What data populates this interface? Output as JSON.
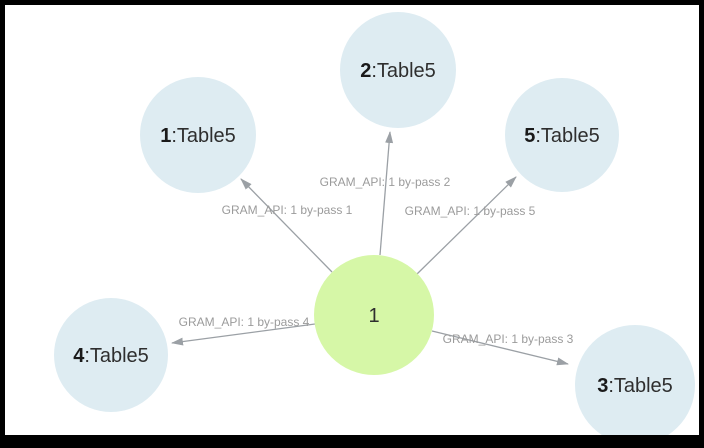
{
  "diagram": {
    "type": "network-graph",
    "colors": {
      "background": "#ffffff",
      "frame": "#000000",
      "peripheral_node_fill": "#deecf2",
      "center_node_fill": "#d6f7a7",
      "edge_stroke": "#9ba0a5",
      "edge_label_color": "#9b9b9b",
      "node_label_color": "#1a1a1a"
    },
    "center_node": {
      "label": "1"
    },
    "nodes": [
      {
        "id": "1",
        "suffix": ":Table5"
      },
      {
        "id": "2",
        "suffix": ":Table5"
      },
      {
        "id": "3",
        "suffix": ":Table5"
      },
      {
        "id": "4",
        "suffix": ":Table5"
      },
      {
        "id": "5",
        "suffix": ":Table5"
      }
    ],
    "edges": [
      {
        "from": "1",
        "to": "1:Table5",
        "label": "GRAM_API: 1 by-pass 1"
      },
      {
        "from": "1",
        "to": "2:Table5",
        "label": "GRAM_API: 1 by-pass 2"
      },
      {
        "from": "1",
        "to": "3:Table5",
        "label": "GRAM_API: 1 by-pass 3"
      },
      {
        "from": "1",
        "to": "4:Table5",
        "label": "GRAM_API: 1 by-pass 4"
      },
      {
        "from": "1",
        "to": "5:Table5",
        "label": "GRAM_API: 1 by-pass 5"
      }
    ]
  }
}
